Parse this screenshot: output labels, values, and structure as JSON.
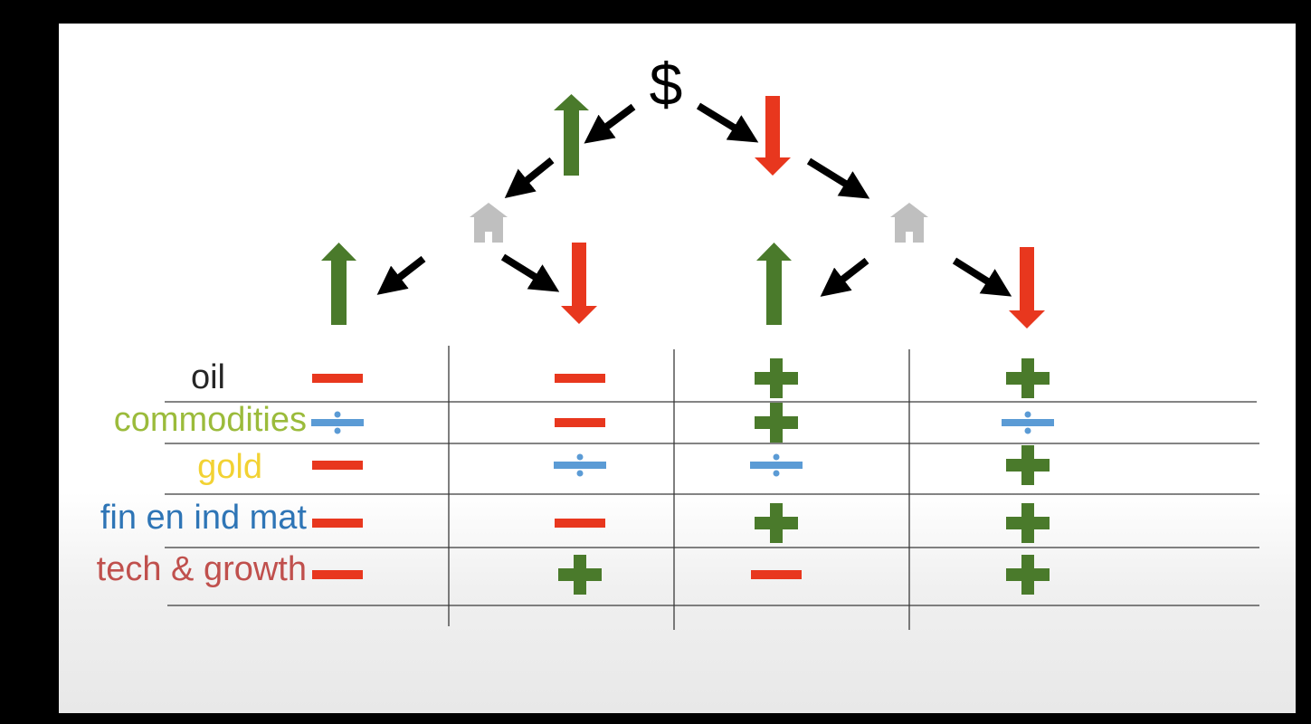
{
  "top_symbol": "$",
  "colors": {
    "up": "#4a7a2b",
    "down": "#e8371e",
    "plus": "#4a7a2b",
    "minus": "#e8371e",
    "neutral": "#5b9bd5",
    "house": "#bfbfbf",
    "connector_arrow": "#000000"
  },
  "icons": {
    "house": "house-icon",
    "up": "up-arrow-icon",
    "down": "down-arrow-icon"
  },
  "rows": [
    {
      "label": "oil",
      "color": "#262626",
      "signs": [
        "minus",
        "minus",
        "plus",
        "plus"
      ]
    },
    {
      "label": "commodities",
      "color": "#9bbb3b",
      "signs": [
        "neutral",
        "minus",
        "plus",
        "neutral"
      ]
    },
    {
      "label": "gold",
      "color": "#f2d233",
      "signs": [
        "minus",
        "neutral",
        "neutral",
        "plus"
      ]
    },
    {
      "label": "fin en ind mat",
      "color": "#2e75b6",
      "signs": [
        "minus",
        "minus",
        "plus",
        "plus"
      ]
    },
    {
      "label": "tech & growth",
      "color": "#c0504d",
      "signs": [
        "minus",
        "plus",
        "minus",
        "plus"
      ]
    }
  ]
}
